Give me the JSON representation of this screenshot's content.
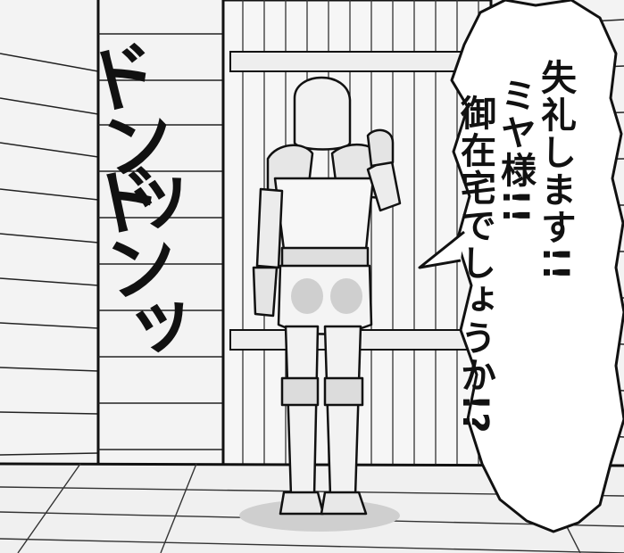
{
  "sound_effects": {
    "top": "ドンッ",
    "bottom": "ドンッ"
  },
  "speech_bubble": {
    "lines": [
      "失礼します!!",
      "ミヤ様!!",
      "御在宅でしょうか!?"
    ]
  },
  "colors": {
    "ink": "#111111",
    "paper": "#ffffff",
    "screentone": "#d8d8d8"
  }
}
